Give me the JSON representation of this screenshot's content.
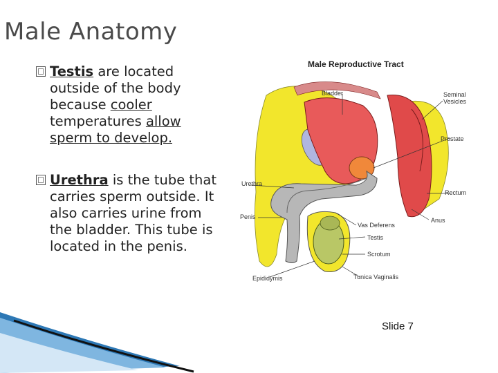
{
  "slide": {
    "title": "Male Anatomy",
    "slide_number": "Slide 7"
  },
  "bullets": [
    {
      "term": "Testis",
      "text_1": " are located outside of the body because ",
      "em_1": "cooler",
      "text_2": " temperatures ",
      "em_2": "allow sperm to develop."
    },
    {
      "term": "Urethra",
      "text_1": " is the tube that carries sperm outside.  It also carries urine from the bladder.  This tube is located in the penis."
    }
  ],
  "figure": {
    "title": "Male Reproductive Tract",
    "labels": {
      "bladder": "Bladder",
      "seminal_vesicles": "Seminal Vesicles",
      "prostate": "Prostate",
      "urethra": "Urethra",
      "rectum": "Rectum",
      "penis": "Penis",
      "vas_deferens": "Vas Deferens",
      "anus": "Anus",
      "testis": "Testis",
      "scrotum": "Scrotum",
      "epididymis": "Epididymis",
      "tunica_vaginalis": "Tunica Vaginalis"
    }
  },
  "colors": {
    "title": "#4a4a4a",
    "bladder": "#e85a5a",
    "fat": "#f2e62c",
    "penis": "#b7b7b7",
    "testis": "#b9c766",
    "swoosh_blue": "#2d78b5"
  }
}
